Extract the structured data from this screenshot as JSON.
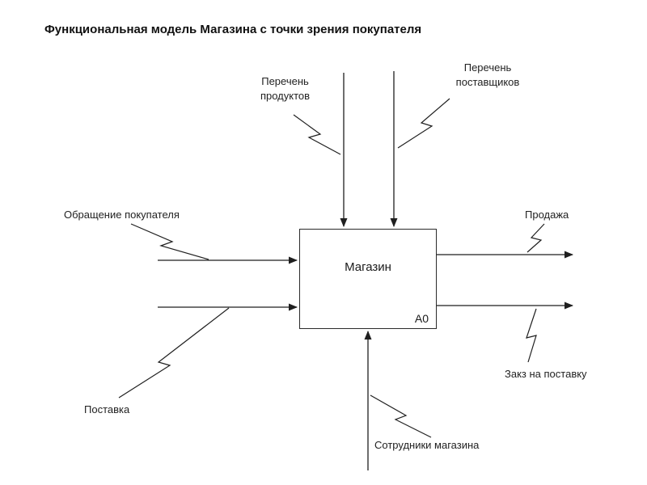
{
  "title": "Функциональная модель Магазина с точки зрения покупателя",
  "box": {
    "label": "Магазин",
    "code": "A0"
  },
  "labels": {
    "top_input_1": "Перечень продуктов",
    "top_input_2": "Перечень поставщиков",
    "left_input_1": "Обращение покупателя",
    "left_input_2": "Поставка",
    "output_1": "Продажа",
    "output_2": "Закз на поставку",
    "mechanism": "Сотрудники магазина"
  },
  "colors": {
    "line": "#1f1f1f",
    "text": "#222222",
    "background": "#ffffff"
  }
}
